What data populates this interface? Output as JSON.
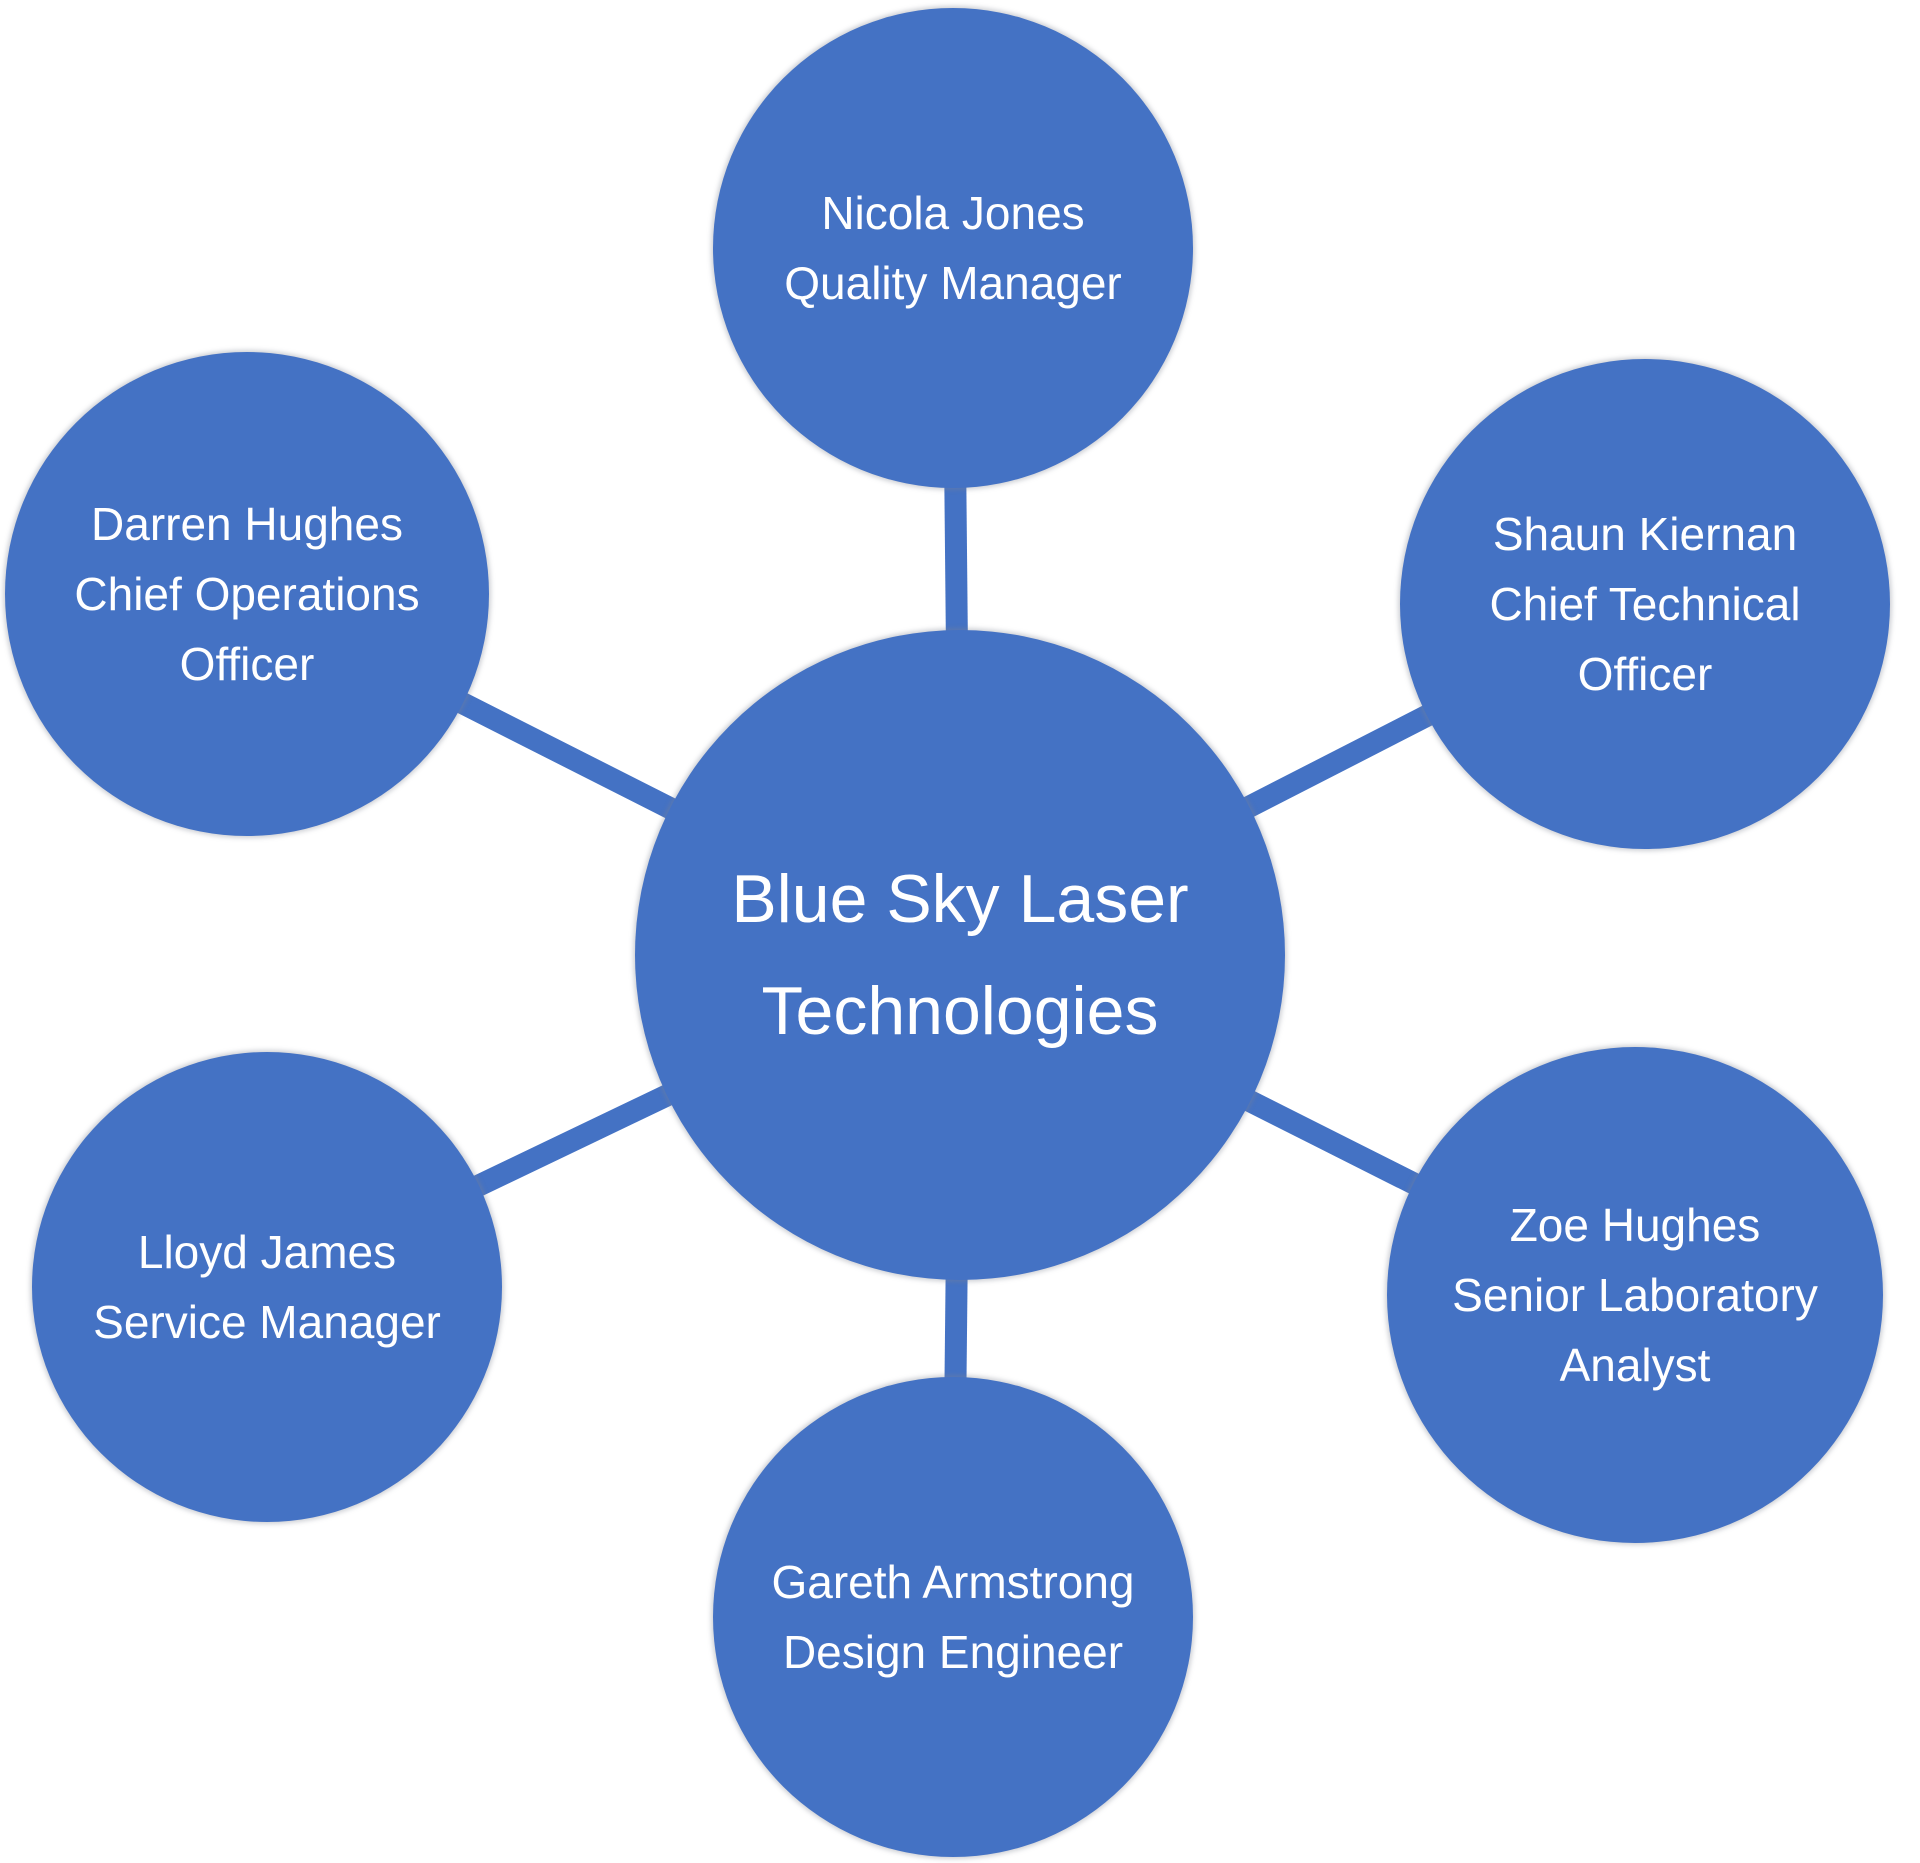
{
  "diagram": {
    "type": "radial",
    "center": {
      "id": "company",
      "lines": [
        "Blue Sky Laser",
        "Technologies"
      ]
    },
    "satellites": [
      {
        "id": "nicola-jones",
        "lines": [
          "Nicola Jones",
          "Quality Manager"
        ]
      },
      {
        "id": "shaun-kiernan",
        "lines": [
          "Shaun Kiernan",
          "Chief Technical",
          "Officer"
        ]
      },
      {
        "id": "zoe-hughes",
        "lines": [
          "Zoe Hughes",
          "Senior Laboratory",
          "Analyst"
        ]
      },
      {
        "id": "gareth-armstrong",
        "lines": [
          "Gareth Armstrong",
          "Design Engineer"
        ]
      },
      {
        "id": "lloyd-james",
        "lines": [
          "Lloyd James",
          "Service Manager"
        ]
      },
      {
        "id": "darren-hughes",
        "lines": [
          "Darren Hughes",
          "Chief Operations",
          "Officer"
        ]
      }
    ],
    "colors": {
      "node_fill": "#4472C4",
      "connector": "#4472C4",
      "text": "#FFFFFF",
      "background": "#FFFFFF"
    }
  }
}
